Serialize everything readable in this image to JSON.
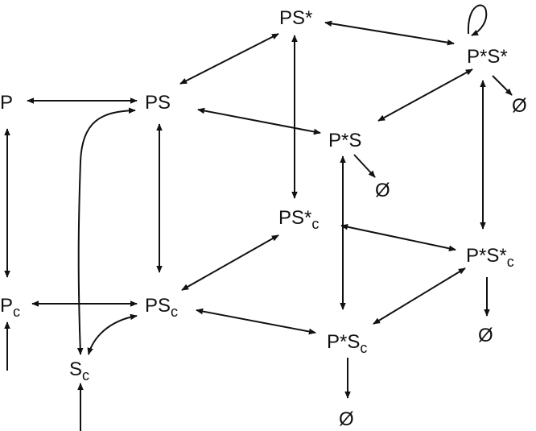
{
  "diagram": {
    "nodes": [
      {
        "id": "P",
        "base": "P",
        "sub": ""
      },
      {
        "id": "PS",
        "base": "PS",
        "sub": ""
      },
      {
        "id": "PSstar",
        "base": "PS*",
        "sub": ""
      },
      {
        "id": "PstarSstar",
        "base": "P*S*",
        "sub": ""
      },
      {
        "id": "PstarS",
        "base": "P*S",
        "sub": ""
      },
      {
        "id": "PSstarc",
        "base": "PS*",
        "sub": "c"
      },
      {
        "id": "PstarSstarc",
        "base": "P*S*",
        "sub": "c"
      },
      {
        "id": "Pc",
        "base": "P",
        "sub": "c"
      },
      {
        "id": "PSc",
        "base": "PS",
        "sub": "c"
      },
      {
        "id": "PstarSc",
        "base": "P*S",
        "sub": "c"
      },
      {
        "id": "Sc",
        "base": "S",
        "sub": "c"
      },
      {
        "id": "null1",
        "base": "Ø",
        "sub": ""
      },
      {
        "id": "null2",
        "base": "Ø",
        "sub": ""
      },
      {
        "id": "null3",
        "base": "Ø",
        "sub": ""
      },
      {
        "id": "null4",
        "base": "Ø",
        "sub": ""
      }
    ],
    "edges": [
      {
        "id": "p-ps",
        "from": "P",
        "to": "PS",
        "type": "bidirectional"
      },
      {
        "id": "ps-psstar",
        "from": "PS",
        "to": "PSstar",
        "type": "bidirectional"
      },
      {
        "id": "psstar-pstarsstar",
        "from": "PSstar",
        "to": "PstarSstar",
        "type": "bidirectional"
      },
      {
        "id": "ps-pstars",
        "from": "PS",
        "to": "PstarS",
        "type": "bidirectional"
      },
      {
        "id": "pstars-pstarsstar",
        "from": "PstarS",
        "to": "PstarSstar",
        "type": "bidirectional"
      },
      {
        "id": "pstarsstar-self",
        "from": "PstarSstar",
        "to": "PstarSstar",
        "type": "self-loop"
      },
      {
        "id": "pstarsstar-null",
        "from": "PstarSstar",
        "to": "null1",
        "type": "directed"
      },
      {
        "id": "pstars-null",
        "from": "PstarS",
        "to": "null2",
        "type": "directed"
      },
      {
        "id": "p-pc",
        "from": "P",
        "to": "Pc",
        "type": "bidirectional"
      },
      {
        "id": "ps-psc",
        "from": "PS",
        "to": "PSc",
        "type": "bidirectional"
      },
      {
        "id": "psstar-psstarc",
        "from": "PSstar",
        "to": "PSstarc",
        "type": "bidirectional"
      },
      {
        "id": "pstars-pstarsc",
        "from": "PstarS",
        "to": "PstarSc",
        "type": "bidirectional"
      },
      {
        "id": "pstarsstar-pstarsstarc",
        "from": "PstarSstar",
        "to": "PstarSstarc",
        "type": "bidirectional"
      },
      {
        "id": "psc-psstarc",
        "from": "PSc",
        "to": "PSstarc",
        "type": "bidirectional"
      },
      {
        "id": "psstarc-pstarsstarc",
        "from": "PSstarc",
        "to": "PstarSstarc",
        "type": "bidirectional"
      },
      {
        "id": "pc-psc",
        "from": "Pc",
        "to": "PSc",
        "type": "bidirectional"
      },
      {
        "id": "psc-pstarsc",
        "from": "PSc",
        "to": "PstarSc",
        "type": "bidirectional"
      },
      {
        "id": "pstarsc-pstarsstarc",
        "from": "PstarSc",
        "to": "PstarSstarc",
        "type": "bidirectional"
      },
      {
        "id": "pstarsstarc-null",
        "from": "PstarSstarc",
        "to": "null3",
        "type": "directed"
      },
      {
        "id": "pstarsc-null",
        "from": "PstarSc",
        "to": "null4",
        "type": "directed"
      },
      {
        "id": "sc-ps",
        "from": "Sc",
        "to": "PS",
        "type": "bidirectional"
      },
      {
        "id": "sc-psc",
        "from": "Sc",
        "to": "PSc",
        "type": "bidirectional"
      },
      {
        "id": "in-pc",
        "from": "",
        "to": "Pc",
        "type": "inflow"
      },
      {
        "id": "in-sc",
        "from": "",
        "to": "Sc",
        "type": "inflow"
      }
    ]
  }
}
